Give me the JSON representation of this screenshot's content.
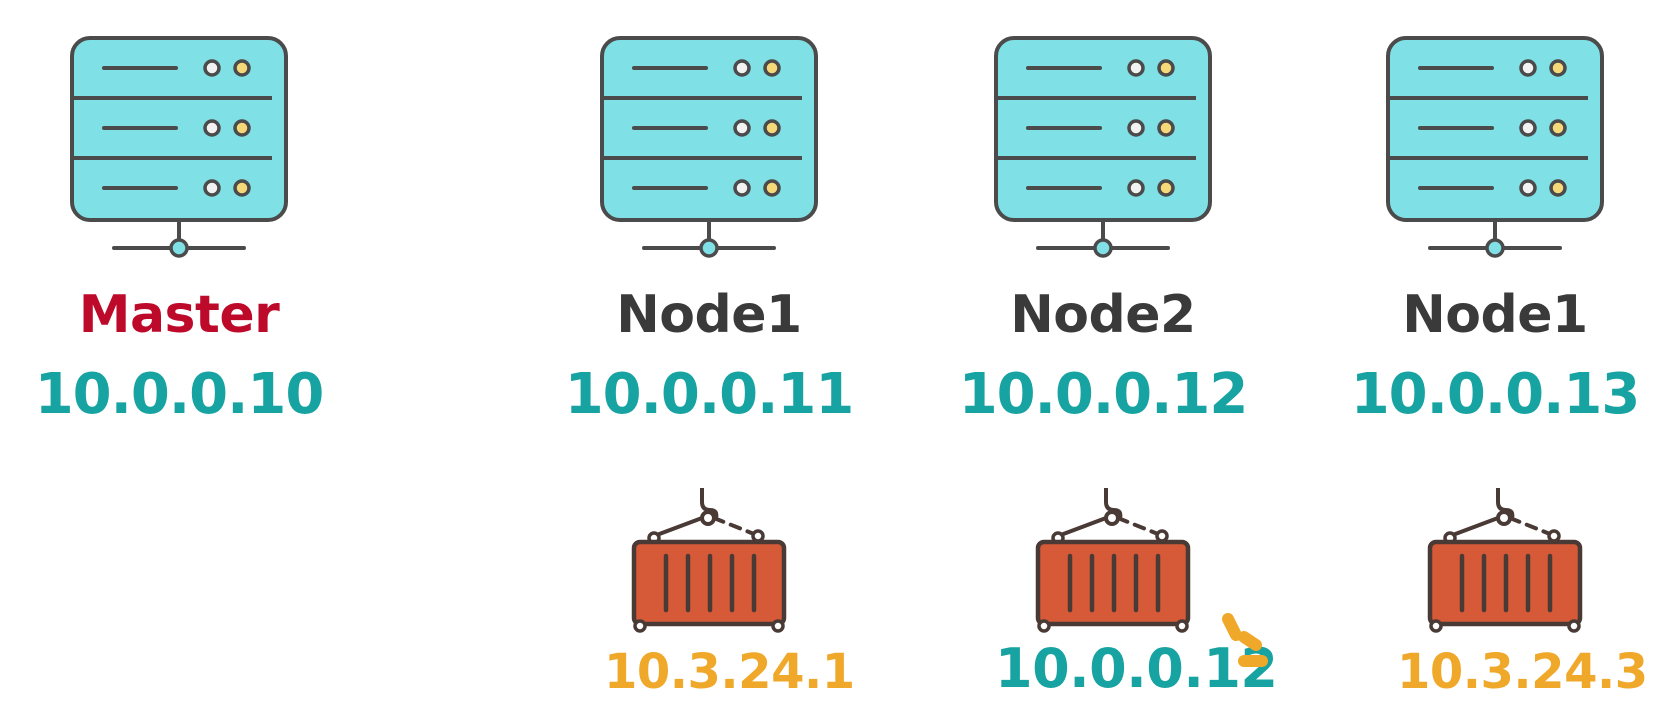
{
  "colors": {
    "server_fill": "#7FE0E6",
    "outline": "#4B4B4B",
    "led_white": "#F2F2F2",
    "led_yellow": "#F5D878",
    "master_label": "#BE0A2A",
    "node_label": "#3A3A3A",
    "host_ip": "#17A3A1",
    "pod_ip": "#F0A82A",
    "container_fill": "#D75A38",
    "container_outline": "#4A3A35",
    "sparkle": "#F0A82A"
  },
  "master": {
    "label": "Master",
    "ip": "10.0.0.10"
  },
  "nodes": [
    {
      "label": "Node1",
      "ip": "10.0.0.11",
      "pod_ip": "10.3.24.1",
      "pod_ip_color": "pod_ip"
    },
    {
      "label": "Node2",
      "ip": "10.0.0.12",
      "pod_ip": "10.0.0.12",
      "pod_ip_color": "host_ip",
      "highlight": true
    },
    {
      "label": "Node1",
      "ip": "10.0.0.13",
      "pod_ip": "10.3.24.3",
      "pod_ip_color": "pod_ip"
    }
  ],
  "icons": {
    "server": "server-icon",
    "container": "shipping-container-icon",
    "sparkle": "sparkle-icon"
  }
}
